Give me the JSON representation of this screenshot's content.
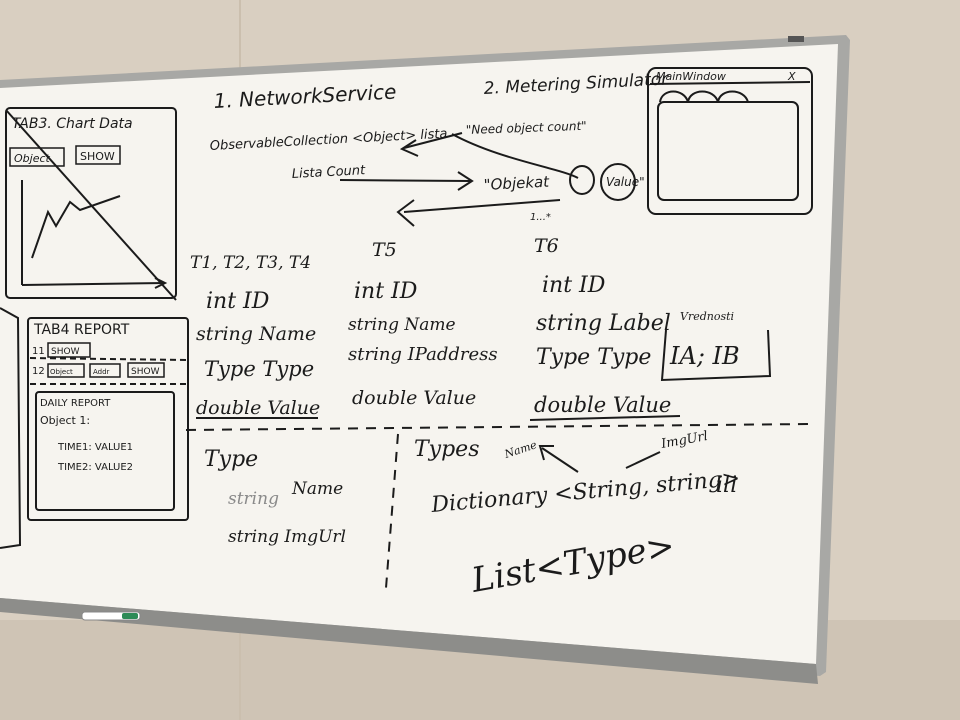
{
  "scene": {
    "description_free": true
  },
  "whiteboard": {
    "tab3": {
      "title": "TAB3. Chart Data",
      "object_button": "Object",
      "show_button": "SHOW"
    },
    "tab4": {
      "title": "TAB4 REPORT",
      "row1_id": "11",
      "row1_show": "SHOW",
      "row2_id": "12",
      "row2_obj": "Object",
      "row2_addr": "Addr",
      "row2_show": "SHOW",
      "report_title": "DAILY REPORT",
      "report_obj": "Object 1:",
      "report_line1": "TIME1: VALUE1",
      "report_line2": "TIME2: VALUE2"
    },
    "section1": {
      "heading": "1. NetworkService",
      "collection": "ObservableCollection <Object> lista",
      "need_count": "\"Need object count\"",
      "lista_count": "Lista Count",
      "objekat": "\"Objekat",
      "value": "Value\"",
      "mult": "1...*"
    },
    "section2": {
      "heading": "2. Metering Simulator",
      "window_title": "MainWindow",
      "close": "X"
    },
    "t1": {
      "heading": "T1, T2, T3, T4",
      "f1": "int ID",
      "f2": "string Name",
      "f3": "Type Type",
      "f4": "double Value"
    },
    "t5": {
      "heading": "T5",
      "f1": "int ID",
      "f2": "string Name",
      "f3": "string IPaddress",
      "f4": "double Value"
    },
    "t6": {
      "heading": "T6",
      "f1": "int ID",
      "f2": "string Label",
      "vrednosti": "Vrednosti",
      "f3": "Type Type",
      "ia": "IA; IB",
      "f4": "double Value"
    },
    "type_class": {
      "heading": "Type",
      "f1a": "string",
      "f1b": "Name",
      "f2": "string ImgUrl"
    },
    "types": {
      "heading": "Types",
      "name_note": "Name",
      "img_note": "ImgUrl",
      "dict": "Dictionary <String, string>",
      "ili": "ili",
      "list": "List<Type>"
    }
  },
  "colors": {
    "wall": "#d9cfc1",
    "board": "#f6f4ef",
    "frame": "#a9a9a6",
    "ink": "#1b1b1b",
    "marker_cap": "#2e8b57"
  }
}
